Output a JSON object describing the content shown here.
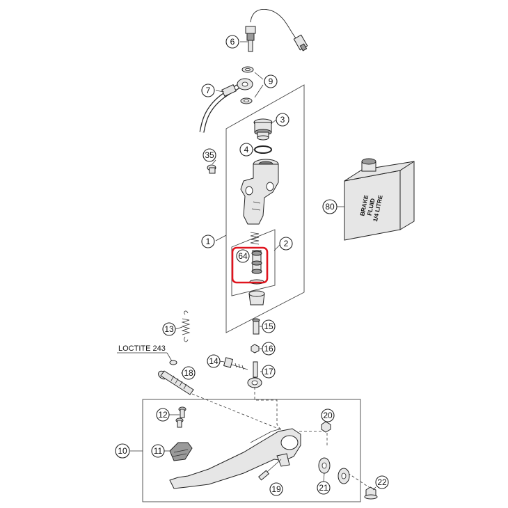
{
  "callouts": [
    {
      "id": "1",
      "label": "1"
    },
    {
      "id": "2",
      "label": "2"
    },
    {
      "id": "3",
      "label": "3"
    },
    {
      "id": "4",
      "label": "4"
    },
    {
      "id": "6",
      "label": "6"
    },
    {
      "id": "7",
      "label": "7"
    },
    {
      "id": "9",
      "label": "9"
    },
    {
      "id": "10",
      "label": "10"
    },
    {
      "id": "11",
      "label": "11"
    },
    {
      "id": "12",
      "label": "12"
    },
    {
      "id": "13",
      "label": "13"
    },
    {
      "id": "14",
      "label": "14"
    },
    {
      "id": "15",
      "label": "15"
    },
    {
      "id": "16",
      "label": "16"
    },
    {
      "id": "17",
      "label": "17"
    },
    {
      "id": "18",
      "label": "18"
    },
    {
      "id": "19",
      "label": "19"
    },
    {
      "id": "20",
      "label": "20"
    },
    {
      "id": "21",
      "label": "21"
    },
    {
      "id": "22",
      "label": "22"
    },
    {
      "id": "35",
      "label": "35"
    },
    {
      "id": "64",
      "label": "64"
    },
    {
      "id": "80",
      "label": "80"
    }
  ],
  "loctite_label": "LOCTITE 243",
  "brake_fluid_label": [
    "BRAKE",
    "FLUID",
    "1/4 LITRE"
  ],
  "highlight": {
    "target": "64",
    "color": "#e0141e"
  },
  "colors": {
    "line": "#222222",
    "part_fill": "#e6e6e6",
    "part_dark": "#9a9a9a"
  }
}
